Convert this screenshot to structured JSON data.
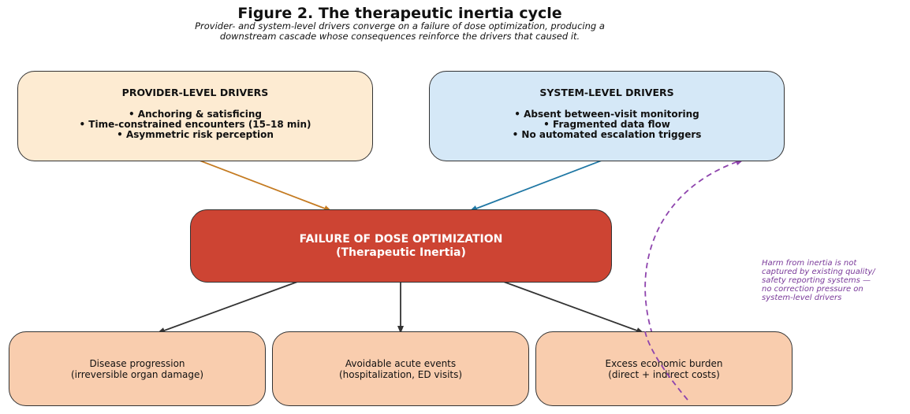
{
  "title": "Figure 2. The therapeutic inertia cycle",
  "subtitle": [
    "Provider- and system-level drivers converge on a failure of dose optimization, producing a",
    "downstream cascade whose consequences reinforce the drivers that caused it."
  ],
  "provider": {
    "heading": "PROVIDER-LEVEL DRIVERS",
    "items": [
      "• Anchoring & satisficing",
      "• Time-constrained encounters (15–18 min)",
      "• Asymmetric risk perception"
    ]
  },
  "system": {
    "heading": "SYSTEM-LEVEL DRIVERS",
    "items": [
      "• Absent between-visit monitoring",
      "• Fragmented data flow",
      "• No automated escalation triggers"
    ]
  },
  "failure": {
    "line1": "FAILURE OF DOSE OPTIMIZATION",
    "line2": "(Therapeutic Inertia)"
  },
  "consequences": [
    {
      "line1": "Disease progression",
      "line2": "(irreversible organ damage)"
    },
    {
      "line1": "Avoidable acute events",
      "line2": "(hospitalization, ED visits)"
    },
    {
      "line1": "Excess economic burden",
      "line2": "(direct + indirect costs)"
    }
  ],
  "feedback_note": [
    "Harm from inertia is not",
    "captured by existing quality/",
    "safety reporting systems —",
    "no correction pressure on",
    "system-level drivers"
  ],
  "colors": {
    "provider_fill": "#fdebd2",
    "system_fill": "#d5e8f7",
    "failure_fill": "#cd4433",
    "consequence_fill": "#f9cdae",
    "provider_arrow": "#c47a20",
    "system_arrow": "#1f77a4",
    "feedback_arrow": "#8e44ad"
  }
}
